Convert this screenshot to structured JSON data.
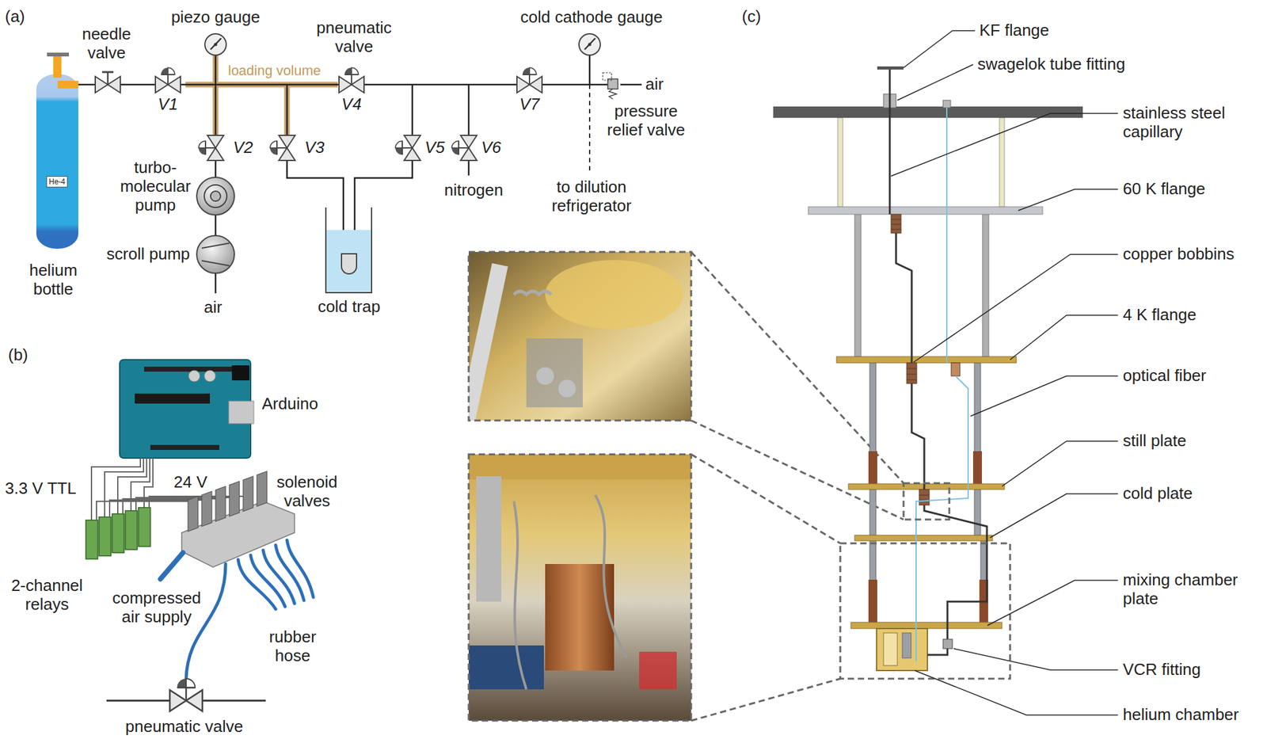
{
  "diagram": {
    "nodes": [
      {
        "text": [
          "He-4"
        ]
      }
    ],
    "labels": [
      "(a)",
      "needle valve",
      "piezo gauge",
      "loading volume",
      "pneumatic valve",
      "cold cathode gauge",
      "V1",
      "V2",
      "V3",
      "V4",
      "V5",
      "V6",
      "V7",
      "air",
      "pressure relief valve",
      "turbo- molecular pump",
      "scroll pump",
      "air",
      "helium bottle",
      "cold trap",
      "nitrogen",
      "to dilution refrigerator",
      "(b)",
      "Arduino",
      "3.3 V TTL",
      "24 V",
      "solenoid valves",
      "2-channel relays",
      "compressed air supply",
      "rubber hose",
      "pneumatic valve",
      "(c)",
      "KF flange",
      "swagelok tube fitting",
      "stainless steel capillary",
      "60 K flange",
      "copper bobbins",
      "4 K flange",
      "optical fiber",
      "still plate",
      "cold plate",
      "mixing chamber plate",
      "VCR fitting",
      "helium chamber"
    ]
  }
}
